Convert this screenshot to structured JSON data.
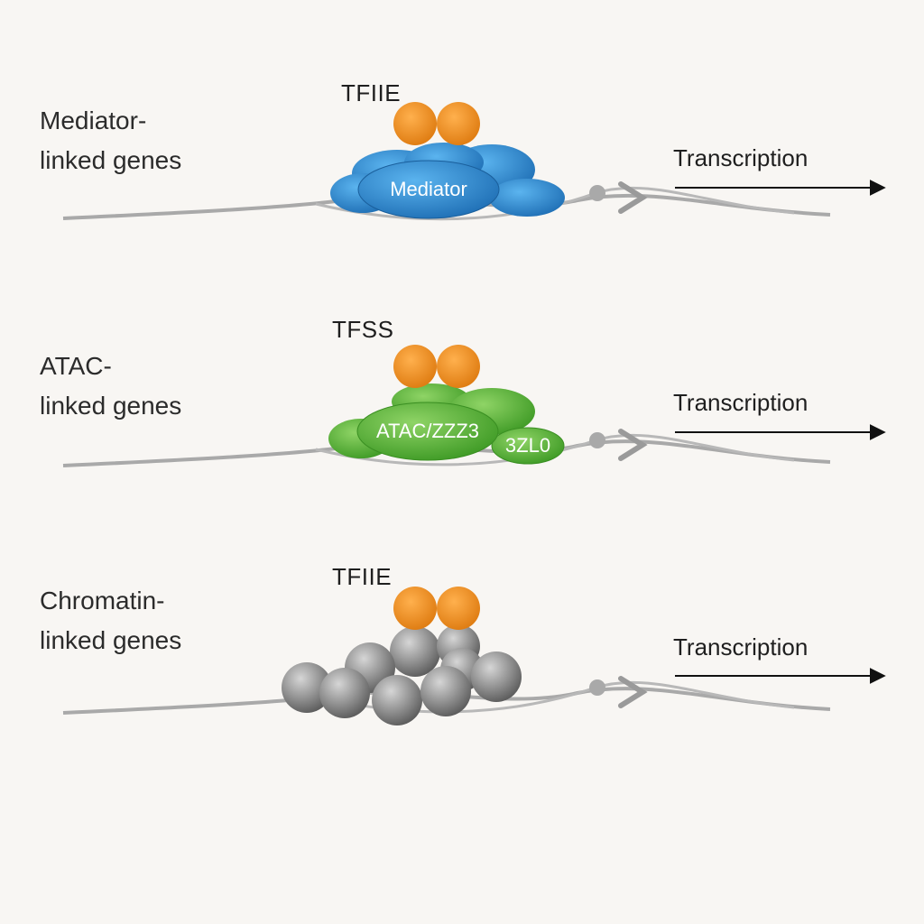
{
  "rows": [
    {
      "label_line1": "Mediator-",
      "label_line2": "linked genes",
      "factor": "TFIIE",
      "complex": "Mediator",
      "complex_sub": "",
      "output": "Transcription",
      "color": "#2f8fd6"
    },
    {
      "label_line1": "ATAC-",
      "label_line2": "linked genes",
      "factor": "TFSS",
      "complex": "ATAC/ZZZ3",
      "complex_sub": "3ZL0",
      "output": "Transcription",
      "color": "#5fba3a"
    },
    {
      "label_line1": "Chromatin-",
      "label_line2": "linked genes",
      "factor": "TFIIE",
      "complex": "",
      "complex_sub": "",
      "output": "Transcription",
      "color": "#8e8e8e"
    }
  ],
  "colors": {
    "orange": "#f0952a",
    "dna": "#a9a9a9",
    "arrow": "#111111"
  }
}
